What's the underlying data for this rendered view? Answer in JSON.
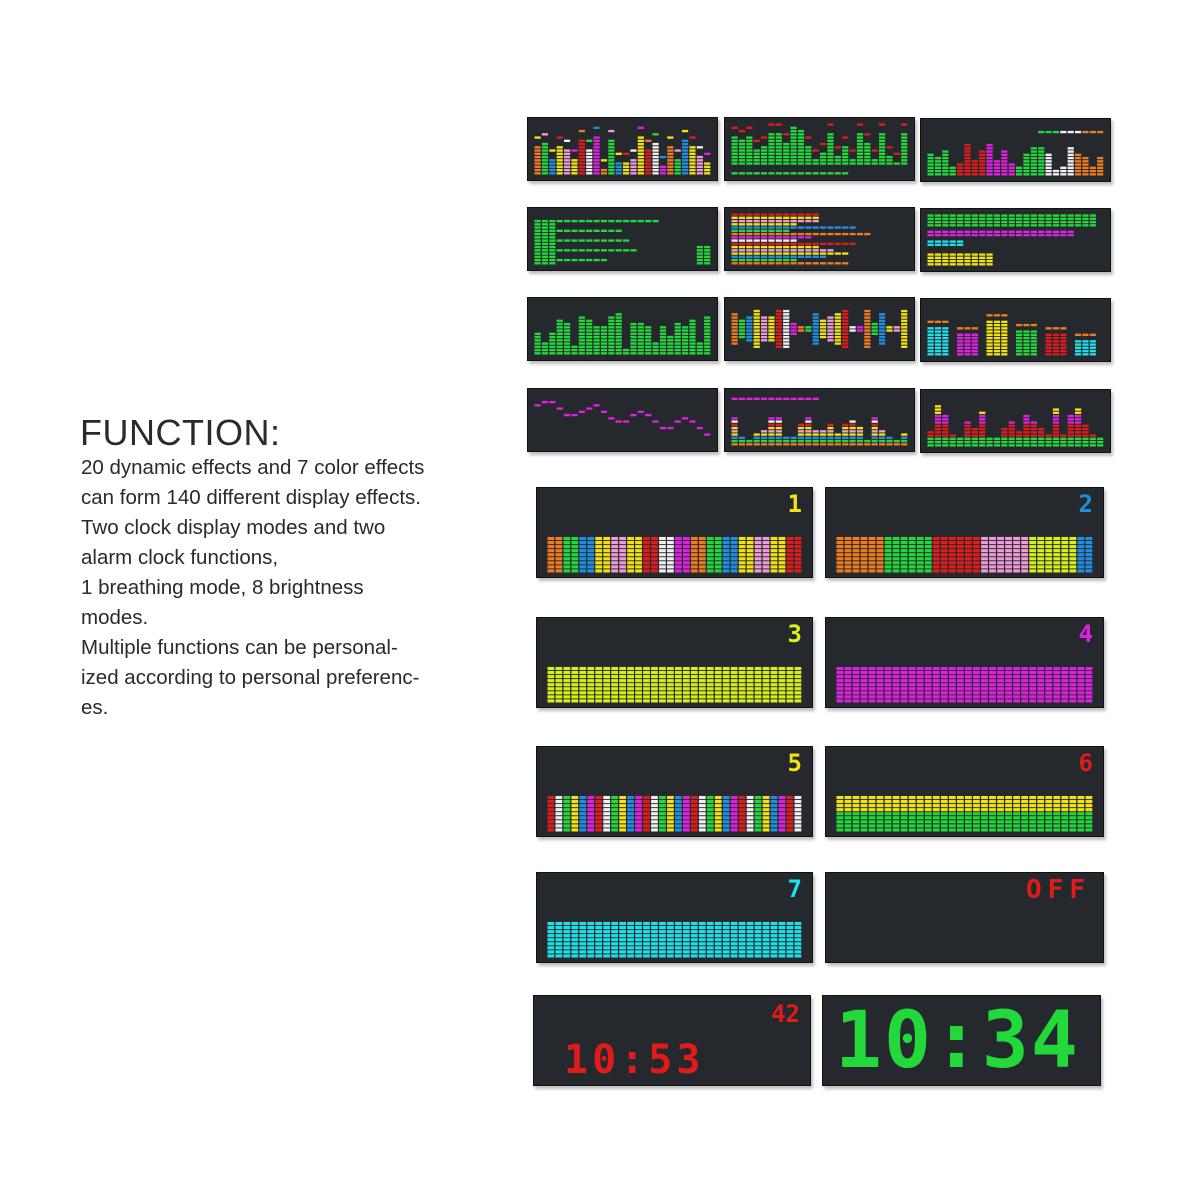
{
  "heading": "FUNCTION:",
  "description_lines": [
    "20 dynamic effects and 7 color effects",
    "can form 140 different display effects.",
    "Two clock display modes and two",
    "alarm clock functions,",
    "1 breathing mode, 8 brightness",
    "modes.",
    "Multiple functions can be personal-",
    "ized according to personal preferenc-",
    "es."
  ],
  "colors": {
    "panel_bg": "#25282d",
    "green": "#22d83a",
    "red": "#e01b1b",
    "magenta": "#e020e0",
    "yellow": "#f2e20e",
    "cyan": "#1fe0e8",
    "orange": "#f07a1e",
    "blue": "#1e8fe0",
    "pink": "#f09ad8",
    "white": "#f0f0f0",
    "yellowgreen": "#d8f01a"
  },
  "color_modes": [
    {
      "label": "1",
      "label_color": "#f2e20e",
      "style": "rainbow"
    },
    {
      "label": "2",
      "label_color": "#1e8fe0",
      "style": "groups"
    },
    {
      "label": "3",
      "label_color": "#d8f01a",
      "style": "yellowgreen"
    },
    {
      "label": "4",
      "label_color": "#e020e0",
      "style": "magenta"
    },
    {
      "label": "5",
      "label_color": "#f2e20e",
      "style": "stripes"
    },
    {
      "label": "6",
      "label_color": "#e01b1b",
      "style": "yellow-green"
    },
    {
      "label": "7",
      "label_color": "#1fe0e8",
      "style": "cyan"
    },
    {
      "label": "OFF",
      "label_color": "#e01b1b",
      "style": "off"
    }
  ],
  "clocks": [
    {
      "alarm": "42",
      "time": "10:53",
      "color": "#e01b1b"
    },
    {
      "time": "10:34",
      "color": "#22d83a"
    }
  ]
}
